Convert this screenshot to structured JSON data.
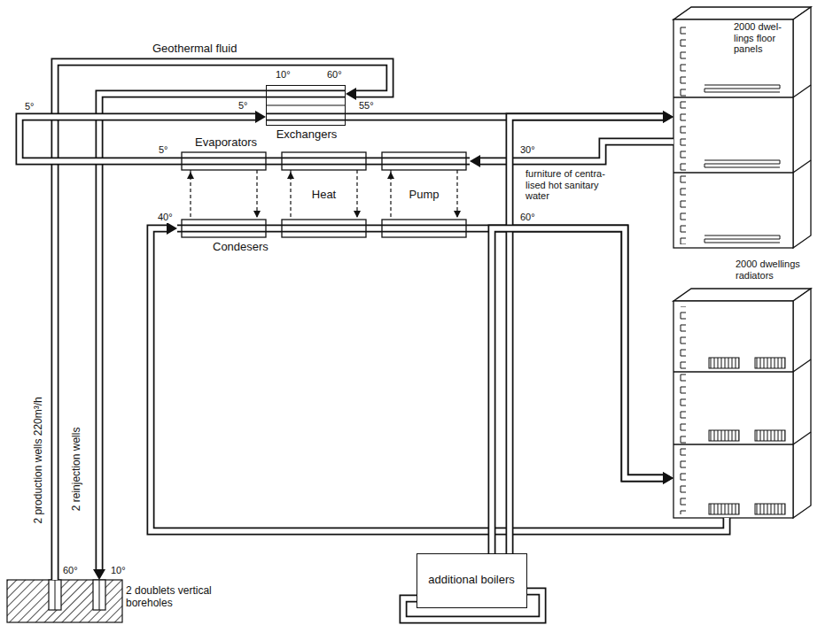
{
  "diagram": {
    "nodes": [
      {
        "text": [
          "2000 dwel- lings floor panels"
        ]
      },
      {
        "text": [
          "Exchangers"
        ]
      },
      {
        "text": [
          "Evaporators"
        ]
      },
      {
        "text": [
          "Heat",
          "Pump"
        ]
      },
      {
        "text": [
          "Condesers"
        ]
      },
      {
        "text": [
          "2000 dwellings radiators"
        ]
      },
      {
        "text": [
          "additional boilers"
        ]
      },
      {
        "text": [
          "2 doublets vertical boreholes"
        ]
      }
    ],
    "edges": [
      {
        "from": 7,
        "to": 1,
        "arrow": "to",
        "label": "Geothermal fluid"
      },
      {
        "from": 1,
        "to": 7,
        "arrow": "to"
      },
      {
        "from": 1,
        "to": 0,
        "arrow": "to"
      },
      {
        "from": 0,
        "to": 2,
        "arrow": "to"
      },
      {
        "from": 2,
        "to": 1,
        "arrow": "to"
      },
      {
        "from": 4,
        "to": 5,
        "arrow": "to"
      },
      {
        "from": 5,
        "to": 4,
        "arrow": "to"
      },
      {
        "from": 6,
        "to": 0,
        "arrow": "to"
      },
      {
        "from": 6,
        "to": 5,
        "arrow": "to"
      }
    ],
    "labels": [
      "10°",
      "60°",
      "5°",
      "5°",
      "55°",
      "5°",
      "30°",
      "40°",
      "60°",
      "furniture of centra- lised hot sanitary water",
      "2 production wells 220m³/h",
      "2 reinjection wells",
      "60°",
      "10°"
    ]
  }
}
